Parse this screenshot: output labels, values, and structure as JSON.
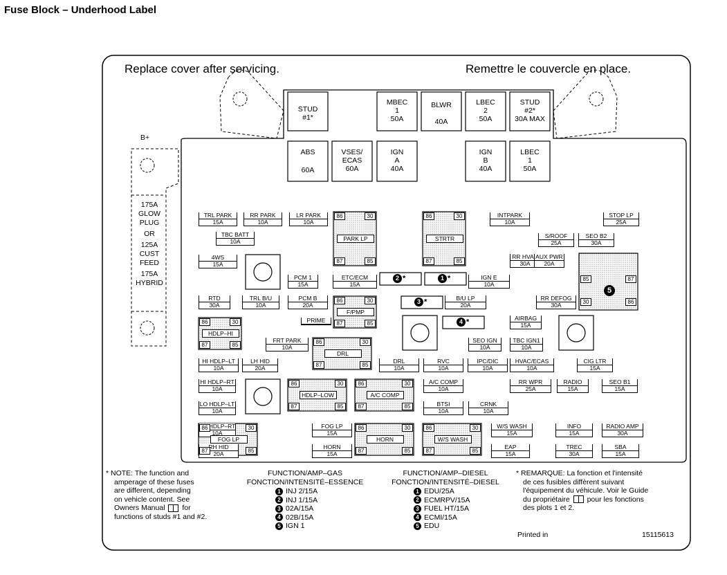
{
  "page_title": "Fuse Block – Underhood Label",
  "header": {
    "left": "Replace cover after servicing.",
    "right": "Remettre le couvercle en place."
  },
  "bplus": "B+",
  "maxi_top": [
    {
      "name": "STUD",
      "sub": "#1*",
      "amp": ""
    },
    {
      "name": "MBEC",
      "sub": "1",
      "amp": "50A"
    },
    {
      "name": "BLWR",
      "sub": "",
      "amp": "40A"
    },
    {
      "name": "LBEC",
      "sub": "2",
      "amp": "50A"
    },
    {
      "name": "STUD",
      "sub": "#2*",
      "amp": "30A MAX"
    }
  ],
  "maxi_second": [
    {
      "name": "ABS",
      "sub": "",
      "amp": "60A"
    },
    {
      "name": "VSES/",
      "sub": "ECAS",
      "amp": "60A"
    },
    {
      "name": "IGN",
      "sub": "A",
      "amp": "40A"
    },
    {
      "name": "IGN",
      "sub": "B",
      "amp": "40A"
    },
    {
      "name": "LBEC",
      "sub": "1",
      "amp": "50A"
    }
  ],
  "left_note": [
    "175A",
    "GLOW",
    "PLUG",
    "OR",
    "125A",
    "CUST",
    "FEED",
    "175A",
    "HYBRID"
  ],
  "fuses": [
    {
      "name": "TRL PARK",
      "amp": "15A"
    },
    {
      "name": "RR PARK",
      "amp": "10A"
    },
    {
      "name": "LR PARK",
      "amp": "10A"
    },
    {
      "name": "TBC BATT",
      "amp": "10A"
    },
    {
      "name": "4WS",
      "amp": "15A"
    },
    {
      "name": "INTPARK",
      "amp": "10A"
    },
    {
      "name": "STOP LP",
      "amp": "25A"
    },
    {
      "name": "S/ROOF",
      "amp": "25A"
    },
    {
      "name": "SEO B2",
      "amp": "30A"
    },
    {
      "name": "RR HVAC",
      "amp": "30A"
    },
    {
      "name": "AUX PWR",
      "amp": "20A"
    },
    {
      "name": "PCM 1",
      "amp": "15A"
    },
    {
      "name": "ETC/ECM",
      "amp": "15A"
    },
    {
      "name": "IGN E",
      "amp": "10A"
    },
    {
      "name": "RTD",
      "amp": "30A"
    },
    {
      "name": "TRL B/U",
      "amp": "10A"
    },
    {
      "name": "PCM B",
      "amp": "20A"
    },
    {
      "name": "B/U LP",
      "amp": "20A"
    },
    {
      "name": "RR DEFOG",
      "amp": "30A"
    },
    {
      "name": "PRIME",
      "amp": ""
    },
    {
      "name": "AIRBAG",
      "amp": "15A"
    },
    {
      "name": "FRT PARK",
      "amp": "10A"
    },
    {
      "name": "SEO IGN",
      "amp": "10A"
    },
    {
      "name": "TBC IGN1",
      "amp": "10A"
    },
    {
      "name": "HI HDLP–LT",
      "amp": "10A"
    },
    {
      "name": "LH HID",
      "amp": "20A"
    },
    {
      "name": "DRL",
      "amp": "10A"
    },
    {
      "name": "RVC",
      "amp": "10A"
    },
    {
      "name": "IPC/DIC",
      "amp": "10A"
    },
    {
      "name": "HVAC/ECAS",
      "amp": "10A"
    },
    {
      "name": "CIG LTR",
      "amp": "15A"
    },
    {
      "name": "HI HDLP–RT",
      "amp": "10A"
    },
    {
      "name": "A/C COMP",
      "amp": "10A"
    },
    {
      "name": "RR WPR",
      "amp": "25A"
    },
    {
      "name": "RADIO",
      "amp": "15A"
    },
    {
      "name": "SEO B1",
      "amp": "15A"
    },
    {
      "name": "LO HDLP–LT",
      "amp": "10A"
    },
    {
      "name": "BTSI",
      "amp": "10A"
    },
    {
      "name": "CRNK",
      "amp": "10A"
    },
    {
      "name": "LO HDLP–RT",
      "amp": "10A"
    },
    {
      "name": "FOG LP",
      "amp": "15A"
    },
    {
      "name": "W/S WASH",
      "amp": "15A"
    },
    {
      "name": "INFO",
      "amp": "15A"
    },
    {
      "name": "RADIO AMP",
      "amp": "30A"
    },
    {
      "name": "RH HID",
      "amp": "20A"
    },
    {
      "name": "HORN",
      "amp": "15A"
    },
    {
      "name": "EAP",
      "amp": "15A"
    },
    {
      "name": "TREC",
      "amp": "30A"
    },
    {
      "name": "SBA",
      "amp": "15A"
    }
  ],
  "relays": [
    {
      "label": "PARK LP",
      "pins": [
        "86",
        "30",
        "87",
        "85"
      ]
    },
    {
      "label": "STRTR",
      "pins": [
        "86",
        "30",
        "87",
        "85"
      ]
    },
    {
      "label": "F/PMP",
      "pins": [
        "86",
        "30",
        "87",
        "85"
      ]
    },
    {
      "label": "HDLP–HI",
      "pins": [
        "86",
        "30",
        "87",
        "85"
      ]
    },
    {
      "label": "DRL",
      "pins": [
        "86",
        "30",
        "87",
        "85"
      ]
    },
    {
      "label": "HDLP–LOW",
      "pins": [
        "86",
        "30",
        "87",
        "85"
      ]
    },
    {
      "label": "A/C COMP",
      "pins": [
        "86",
        "30",
        "87",
        "85"
      ]
    },
    {
      "label": "FOG LP",
      "pins": [
        "86",
        "30",
        "87",
        "85"
      ]
    },
    {
      "label": "HORN",
      "pins": [
        "86",
        "30",
        "87",
        "85"
      ]
    },
    {
      "label": "W/S WASH",
      "pins": [
        "86",
        "30",
        "87",
        "85"
      ]
    }
  ],
  "relay5_pins": [
    "85",
    "87",
    "30",
    "86"
  ],
  "balloons": [
    "1",
    "2",
    "3",
    "4",
    "5"
  ],
  "footer": {
    "note_en": [
      "* NOTE:  The function and",
      "amperage of these fuses",
      "are different, depending",
      "on vehicle content.  See",
      "Owners Manual",
      "for",
      "functions of studs #1 and #2."
    ],
    "gas_title": [
      "FUNCTION/AMP–GAS",
      "FONCTION/INTENSITÉ–ESSENCE"
    ],
    "gas_items": [
      "INJ 2/15A",
      "INJ 1/15A",
      "02A/15A",
      "02B/15A",
      "IGN 1"
    ],
    "diesel_title": [
      "FUNCTION/AMP–DIESEL",
      "FONCTION/INTENSITÉ–DIESEL"
    ],
    "diesel_items": [
      "EDU/25A",
      "ECMRPV/15A",
      "FUEL HT/15A",
      "ECMI/15A",
      "EDU"
    ],
    "note_fr": [
      "* REMARQUE:  La fonction et l'intensité",
      "de ces fusibles diffèrent suivant",
      "l'équipement du véhicule. Voir le Guide",
      "du propriétaire",
      "pour les fonctions",
      "des plots 1 et 2."
    ],
    "printed": "Printed in",
    "part_no": "15115613"
  }
}
